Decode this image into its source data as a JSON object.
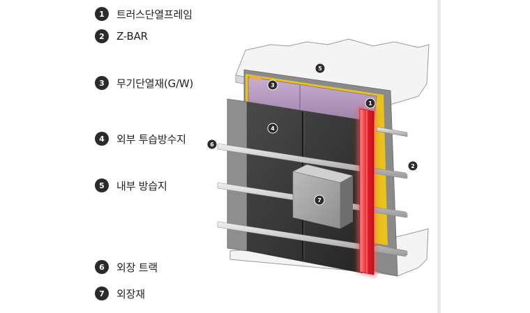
{
  "legend": [
    {
      "num": "1",
      "label": "트러스단열프레임"
    },
    {
      "num": "2",
      "label": "Z-BAR"
    },
    {
      "num": "3",
      "label": "무기단열재(G/W)"
    },
    {
      "num": "4",
      "label": "외부 투습방수지"
    },
    {
      "num": "5",
      "label": "내부 방습지"
    },
    {
      "num": "6",
      "label": "외장 트랙"
    },
    {
      "num": "7",
      "label": "외장재"
    }
  ],
  "callouts": {
    "c1": "1",
    "c2": "2",
    "c3": "3",
    "c4": "4",
    "c5": "5",
    "c6": "6",
    "c7": "7"
  },
  "colors": {
    "membrane": "#3e3e3e",
    "insulation": "#b89ac4",
    "yellow_layer": "#e8c21d",
    "truss_frame": "#e8212a",
    "track": "#dcdcdc",
    "cladding": "#a8a8a8",
    "slab": "#f4f4f4",
    "callout_bg": "#2b2b2b"
  }
}
